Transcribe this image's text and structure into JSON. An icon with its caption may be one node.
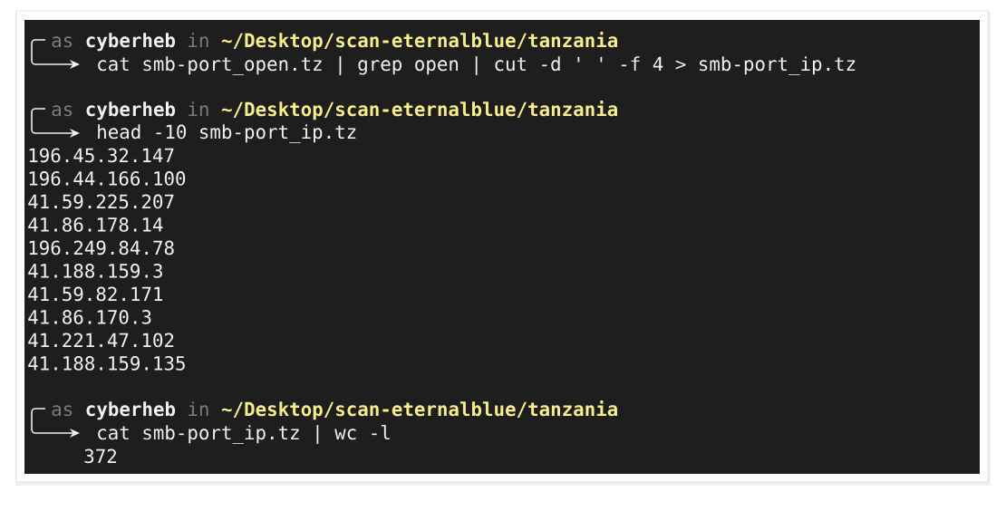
{
  "diagram": {
    "labels": [
      "as",
      "cyberheb",
      "in",
      "~/Desktop/scan-eternalblue/tanzania",
      "cat smb-port_open.tz | grep open | cut -d ' ' -f 4 > smb-port_ip.tz",
      "as",
      "cyberheb",
      "in",
      "~/Desktop/scan-eternalblue/tanzania",
      "head -10 smb-port_ip.tz",
      "196.45.32.147",
      "196.44.166.100",
      "41.59.225.207",
      "41.86.178.14",
      "196.249.84.78",
      "41.188.159.3",
      "41.59.82.171",
      "41.86.170.3",
      "41.221.47.102",
      "41.188.159.135",
      "as",
      "cyberheb",
      "in",
      "~/Desktop/scan-eternalblue/tanzania",
      "cat smb-port_ip.tz | wc -l",
      "372"
    ]
  }
}
